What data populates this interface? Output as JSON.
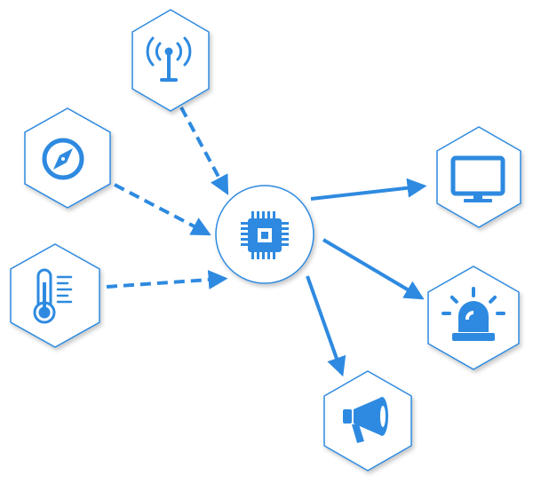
{
  "diagram": {
    "colors": {
      "accent": "#2e8ae0",
      "outline": "#2e8ae0",
      "fill": "#ffffff"
    },
    "hub": {
      "icon": "microchip-icon"
    },
    "inputs": [
      {
        "id": "antenna",
        "icon": "antenna-icon"
      },
      {
        "id": "compass",
        "icon": "compass-icon"
      },
      {
        "id": "thermometer",
        "icon": "thermometer-icon"
      }
    ],
    "outputs": [
      {
        "id": "monitor",
        "icon": "monitor-icon"
      },
      {
        "id": "alarm",
        "icon": "alarm-beacon-icon"
      },
      {
        "id": "megaphone",
        "icon": "megaphone-icon"
      }
    ],
    "edges": [
      {
        "from": "antenna",
        "to": "hub",
        "style": "dashed"
      },
      {
        "from": "compass",
        "to": "hub",
        "style": "dashed"
      },
      {
        "from": "thermometer",
        "to": "hub",
        "style": "dashed"
      },
      {
        "from": "hub",
        "to": "monitor",
        "style": "solid"
      },
      {
        "from": "hub",
        "to": "alarm",
        "style": "solid"
      },
      {
        "from": "hub",
        "to": "megaphone",
        "style": "solid"
      }
    ]
  }
}
